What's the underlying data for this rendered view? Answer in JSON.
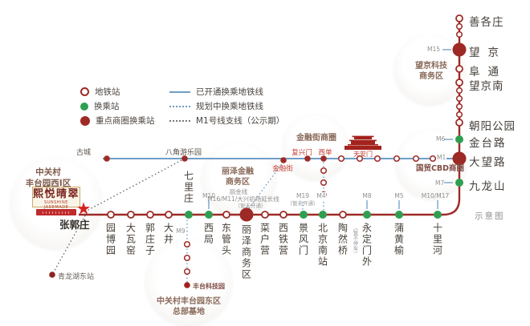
{
  "legend": {
    "items": [
      {
        "label": "地铁站"
      },
      {
        "label": "换乘站"
      },
      {
        "label": "重点商圈换乘站"
      },
      {
        "label": "已开通换乘地铁线"
      },
      {
        "label": "规划中换乘地铁线"
      },
      {
        "label": "M1号线支线（公示期）"
      }
    ]
  },
  "project": {
    "district": [
      "中关村",
      "丰台园西Ⅰ区"
    ],
    "logo": "熙悦晴翠",
    "logo_sub": "SUNSHINE JADEMADE",
    "station": "张郭庄"
  },
  "diagram_note": "示意图",
  "line14_h": [
    {
      "name": "园博园"
    },
    {
      "name": "大瓦窑"
    },
    {
      "name": "郭庄子"
    },
    {
      "name": "大井"
    },
    {
      "name": "七里庄",
      "line_below": "M9"
    },
    {
      "name": "西局",
      "line": "M10"
    },
    {
      "name": "东管头"
    },
    {
      "name": "丽泽商务区",
      "line_small": "丽金线",
      "line": "M16/M11/大兴机场延长线",
      "note": "（暂未开通）"
    },
    {
      "name": "菜户营"
    },
    {
      "name": "西铁营"
    },
    {
      "name": "景风门",
      "line": "M19",
      "note": "（暂未开通）"
    },
    {
      "name": "北京南站",
      "line": "M4"
    },
    {
      "name": "陶然桥",
      "note": "（暂不停车）"
    },
    {
      "name": "永定门外",
      "line": "M8"
    },
    {
      "name": "蒲黄榆",
      "line": "M5"
    },
    {
      "name": "十里河",
      "line": "M10/M17"
    }
  ],
  "line14_v": [
    {
      "name": "九龙山",
      "line": "M7"
    },
    {
      "name": "大望路",
      "line": "M1"
    },
    {
      "name": "金台路",
      "line": "M6"
    },
    {
      "name": "朝阳公园"
    },
    {
      "name": "望京南"
    },
    {
      "name": "阜通"
    },
    {
      "name": "望京",
      "line": "M15"
    },
    {
      "name": "善各庄"
    }
  ],
  "line1": {
    "gucheng": "古城",
    "bajiao": "八角游乐园",
    "jinrongjie": "金融街",
    "fuxingmen": "复兴门",
    "xidan": "西单",
    "tiananmen": "天安门"
  },
  "m1_branch": {
    "qinglonghu": "青龙湖东站"
  },
  "m9_branch": {
    "terminus": "丰台科技园"
  },
  "bubbles": {
    "wangjing": [
      "望京科技",
      "商务区"
    ],
    "guomao": "国贸CBD商圈",
    "jinrongjie": "金融街商圈",
    "lize": [
      "丽泽金融",
      "商务区"
    ],
    "zgc_east": [
      "中关村丰台园东区",
      "总部基地"
    ]
  },
  "colors": {
    "line_main": "#9e2a26",
    "line_opened": "#6f9dc6",
    "transfer_green": "#2f9e50",
    "branch_dotted": "#666666"
  }
}
